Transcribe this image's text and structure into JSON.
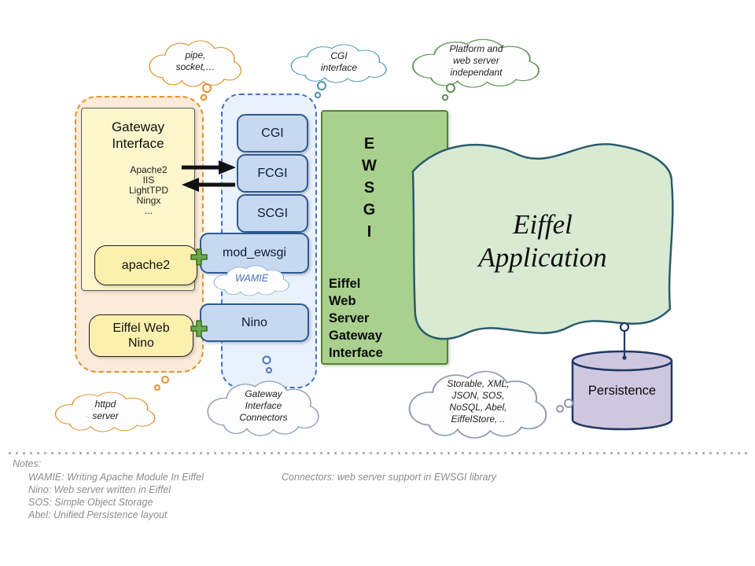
{
  "clouds": {
    "pipe_socket": "pipe,\nsocket,…",
    "cgi_interface": "CGI\ninterface",
    "platform": "Platform and\nweb server\nindependant",
    "wamie": "WAMIE",
    "httpd_server": "httpd\nserver",
    "gateway_connectors": "Gateway\nInterface\nConnectors",
    "storable": "Storable, XML,\nJSON, SOS,\nNoSQL, Abel,\nEiffelStore, .."
  },
  "gateway_panel": {
    "title": "Gateway\nInterface",
    "server_list": "Apache2\nIIS\nLightTPD\nNingx\n...",
    "apache2": "apache2",
    "eiffel_web_nino": "Eiffel Web\nNino"
  },
  "connector_boxes": [
    "CGI",
    "FCGI",
    "SCGI",
    "mod_ewsgi",
    "Nino"
  ],
  "ewsgi_box": {
    "acronym": "E\nW\nS\nG\nI",
    "full_name": "Eiffel\nWeb\nServer\nGateway\nInterface"
  },
  "eiffel_application": "Eiffel\nApplication",
  "persistence": "Persistence",
  "notes": {
    "heading": "Notes:",
    "items": [
      "WAMIE: Writing Apache Module In Eiffel",
      "Nino: Web server written in Eiffel",
      "SOS: Simple Object Storage",
      "Abel: Unified Persistence layout"
    ],
    "connectors_note": "Connectors: web server support in EWSGI library"
  },
  "colors": {
    "orange_border": "#e0922f",
    "orange_fill": "#fcebd9",
    "yellow_fill": "#fdf5cc",
    "yellow_box_fill": "#fdf0ae",
    "blue_border": "#4472c4",
    "blue_fill": "#e9f1fb",
    "blue_box_fill": "#c6d9f1",
    "blue_box_border": "#2e5b91",
    "green_fill": "#a9d08e",
    "green_border": "#538135",
    "app_fill": "#d9ead3",
    "app_border": "#2a5b6e",
    "purple_fill": "#cfc6e0",
    "navy": "#203864",
    "puzzle_green": "#6aa84f",
    "arrow_black": "#111111"
  }
}
